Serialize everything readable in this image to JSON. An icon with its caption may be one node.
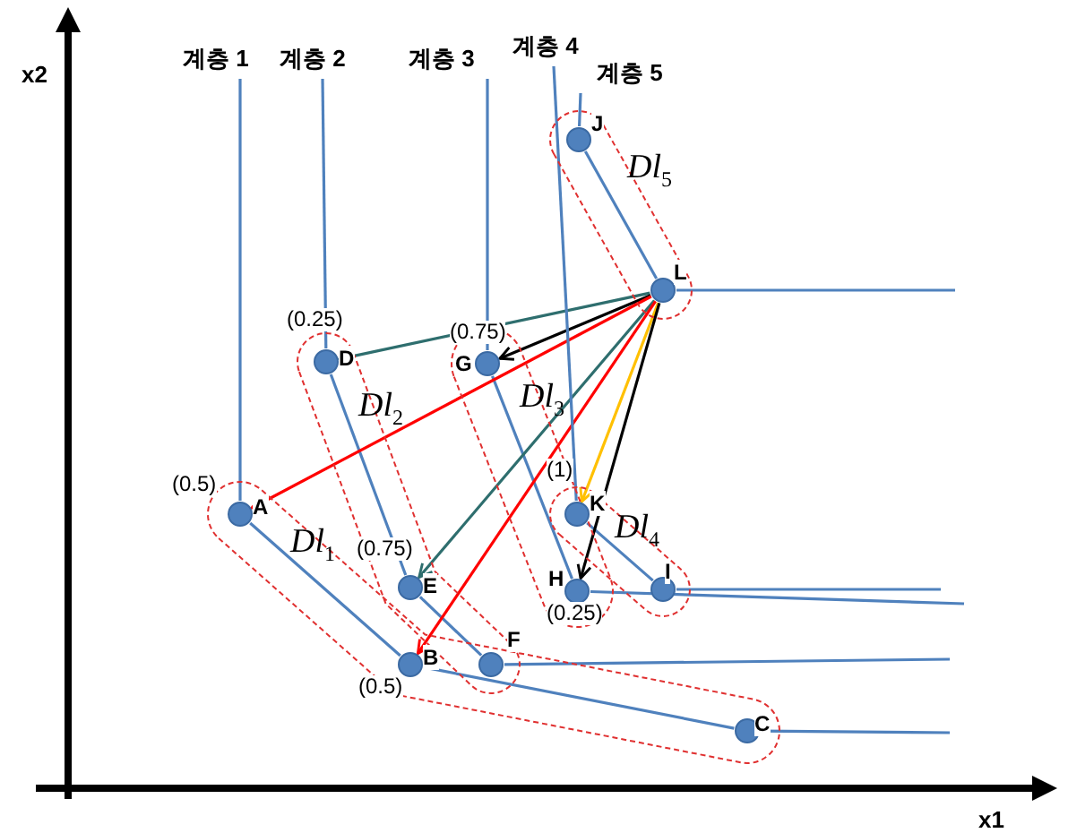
{
  "diagram": {
    "nodes": [
      {
        "text": [
          "Dl$_{5}$"
        ]
      },
      {
        "text": [
          "J"
        ],
        "in": 0
      },
      {
        "text": [
          "L"
        ],
        "in": 0
      },
      {
        "text": [
          "Dl$_{2}$"
        ]
      },
      {
        "text": [
          "D"
        ],
        "in": 3,
        "beside": [
          "(0.25)"
        ]
      },
      {
        "text": [
          "E"
        ],
        "in": 3,
        "beside": [
          "(0.75)"
        ]
      },
      {
        "text": [
          "F"
        ]
      },
      {
        "text": [
          "Dl$_{3}$"
        ]
      },
      {
        "text": [
          "G"
        ],
        "in": 7,
        "beside": [
          "(0.75)"
        ]
      },
      {
        "text": [
          "H"
        ],
        "in": 7,
        "beside": [
          "(0.25)"
        ]
      },
      {
        "text": [
          "Dl$_{1}$"
        ]
      },
      {
        "text": [
          "A"
        ],
        "in": 10,
        "beside": [
          "(0.5)"
        ]
      },
      {
        "text": [
          "B"
        ],
        "in": 10,
        "beside": [
          "(0.5)"
        ]
      },
      {
        "text": [
          "C"
        ],
        "in": 10
      },
      {
        "text": [
          "Dl$_{4}$"
        ]
      },
      {
        "text": [
          "K"
        ],
        "in": 14,
        "beside": [
          "(1)"
        ]
      },
      {
        "text": [
          "I"
        ],
        "in": 14
      },
      {
        "text": [
          "계층 1"
        ]
      },
      {
        "text": [
          "계층 2"
        ]
      },
      {
        "text": [
          "계층 3"
        ]
      },
      {
        "text": [
          "계층 4"
        ]
      },
      {
        "text": [
          "계층 5"
        ]
      }
    ],
    "edges": [
      {
        "from": 1,
        "to": 2,
        "arrow": "none"
      },
      {
        "from": 4,
        "to": 5,
        "arrow": "none"
      },
      {
        "from": 5,
        "to": 6,
        "arrow": "none"
      },
      {
        "from": 8,
        "to": 9,
        "arrow": "none"
      },
      {
        "from": 11,
        "to": 12,
        "arrow": "none"
      },
      {
        "from": 12,
        "to": 13,
        "arrow": "none"
      },
      {
        "from": 15,
        "to": 16,
        "arrow": "none"
      },
      {
        "from": 2,
        "to": 4,
        "arrow": "to",
        "color": "#2e6e6e"
      },
      {
        "from": 2,
        "to": 8,
        "arrow": "to",
        "color": "#000000"
      },
      {
        "from": 2,
        "to": 11,
        "arrow": "to",
        "color": "#ff0000"
      },
      {
        "from": 2,
        "to": 5,
        "arrow": "to",
        "color": "#2e6e6e"
      },
      {
        "from": 2,
        "to": 12,
        "arrow": "to",
        "color": "#ff0000"
      },
      {
        "from": 2,
        "to": 15,
        "arrow": "to",
        "color": "#ffc000"
      },
      {
        "from": 2,
        "to": 9,
        "arrow": "to",
        "color": "#000000"
      },
      {
        "from": 17,
        "to": 11,
        "arrow": "none"
      },
      {
        "from": 18,
        "to": 4,
        "arrow": "none"
      },
      {
        "from": 19,
        "to": 8,
        "arrow": "none"
      },
      {
        "from": 20,
        "to": 15,
        "arrow": "none"
      },
      {
        "from": 21,
        "to": 1,
        "arrow": "none"
      },
      {
        "from": 13,
        "to": null,
        "arrow": "none"
      },
      {
        "from": 6,
        "to": null,
        "arrow": "none"
      },
      {
        "from": 9,
        "to": null,
        "arrow": "none"
      },
      {
        "from": 16,
        "to": null,
        "arrow": "none"
      },
      {
        "from": 2,
        "to": null,
        "arrow": "none"
      }
    ],
    "labels": [
      "x2",
      "x1"
    ]
  }
}
